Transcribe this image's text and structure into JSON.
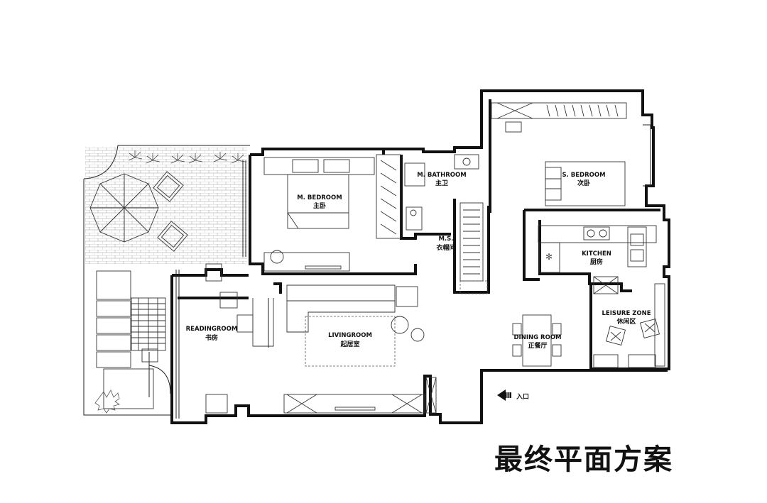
{
  "rooms": {
    "master_bedroom": {
      "en": "M. BEDROOM",
      "zh": "主卧"
    },
    "master_bathroom": {
      "en": "M. BATHROOM",
      "zh": "主卫"
    },
    "master_closet": {
      "en": "M.S.",
      "zh": "衣帽间"
    },
    "second_bedroom": {
      "en": "S. BEDROOM",
      "zh": "次卧"
    },
    "kitchen": {
      "en": "KITCHEN",
      "zh": "厨房"
    },
    "leisure_zone": {
      "en": "LEISURE ZONE",
      "zh": "休闲区"
    },
    "dining_room": {
      "en": "DINING ROOM",
      "zh": "正餐厅"
    },
    "living_room": {
      "en": "LIVINGROOM",
      "zh": "起居室"
    },
    "reading_room": {
      "en": "READINGROOM",
      "zh": "书房"
    }
  },
  "entrance_label": "入口",
  "title": "最终平面方案",
  "colors": {
    "line": "#111111",
    "background": "#ffffff"
  }
}
